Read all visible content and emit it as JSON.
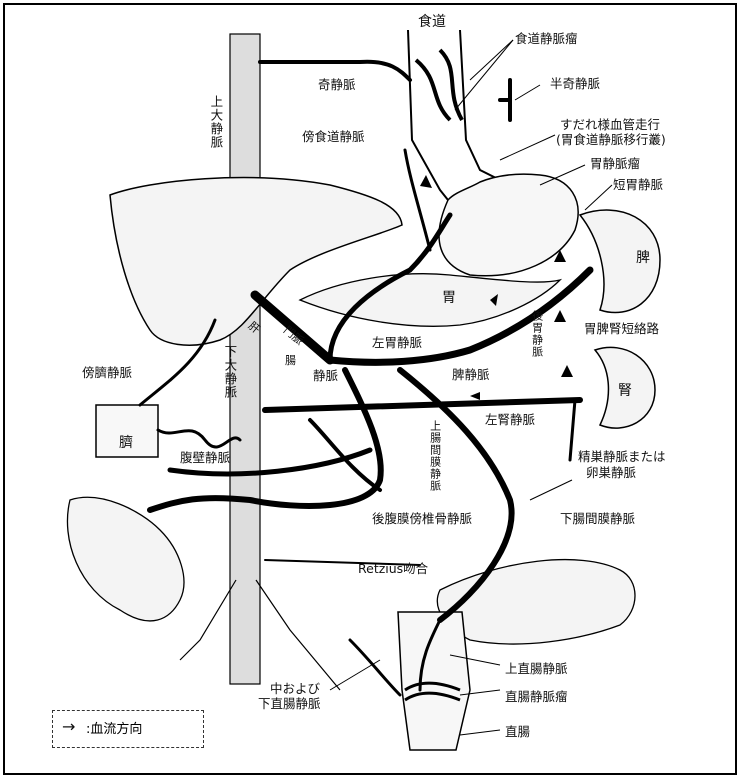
{
  "labels": {
    "esophagus": "食道",
    "esophageal_varices": "食道静脈瘤",
    "azygos": "奇静脈",
    "hemiazygos": "半奇静脈",
    "svc": "上大静脈",
    "paraesophageal": "傍食道静脈",
    "palisade_line1": "すだれ様血管走行",
    "palisade_line2": "(胃食道静脈移行叢)",
    "gastric_varices": "胃静脈瘤",
    "short_gastric": "短胃静脈",
    "spleen": "脾",
    "stomach": "胃",
    "left_gastric": "左胃静脈",
    "posterior_gastric": "後胃静脈",
    "gastrorenal_shunt": "胃脾腎短絡路",
    "portal_vein": "門脈",
    "umbilical": "臍",
    "paraumbilical": "傍臍静脈",
    "ivc": "下大静脈",
    "abdominal_wall": "腹壁静脈",
    "splenic_vein": "脾静脈",
    "kidney": "腎",
    "left_renal": "左腎静脈",
    "gonadal_line1": "精巣静脈または",
    "gonadal_line2": "卵巣静脈",
    "sup_mesenteric": "上腸間膜静脈",
    "retroperitoneal": "後腹膜傍椎骨静脈",
    "inf_mesenteric": "下腸間膜静脈",
    "retzius": "Retzius吻合",
    "sup_rectal": "上直腸静脈",
    "rectal_varices": "直腸静脈瘤",
    "rectum": "直腸",
    "mid_inf_rectal_line1": "中および",
    "mid_inf_rectal_line2": "下直腸静脈",
    "pv_tag": "静脈",
    "hepatic_tag": "肝",
    "intestine_tag": "腸"
  },
  "legend": {
    "arrow_glyph": "→",
    "text": ":血流方向"
  }
}
